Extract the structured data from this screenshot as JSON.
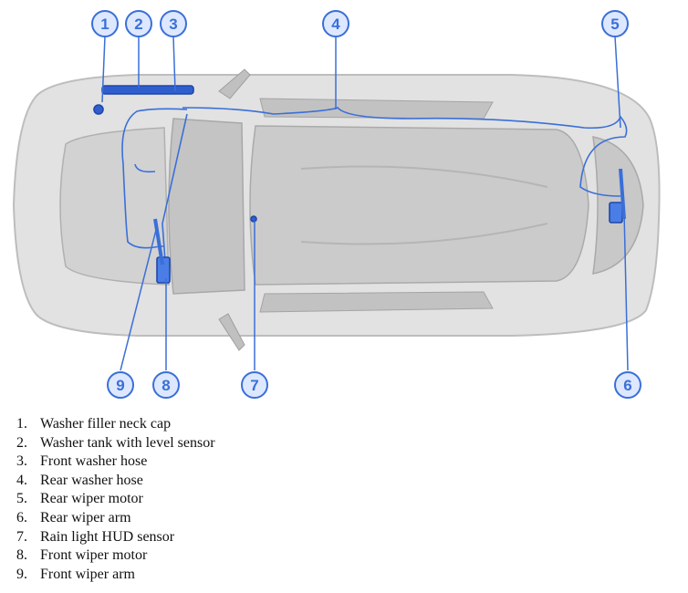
{
  "colors": {
    "callout": "#3a6fd8",
    "callout_fill": "#dde8ff",
    "car_body": "#dcdcdc",
    "car_roof": "#c9c9c9",
    "hose": "#3a6fd8"
  },
  "callouts": [
    {
      "label": "1"
    },
    {
      "label": "2"
    },
    {
      "label": "3"
    },
    {
      "label": "4"
    },
    {
      "label": "5"
    },
    {
      "label": "6"
    },
    {
      "label": "7"
    },
    {
      "label": "8"
    },
    {
      "label": "9"
    }
  ],
  "legend": [
    {
      "num": "1.",
      "text": "Washer filler neck cap"
    },
    {
      "num": "2.",
      "text": "Washer tank with level sensor"
    },
    {
      "num": "3.",
      "text": "Front washer hose"
    },
    {
      "num": "4.",
      "text": "Rear washer hose"
    },
    {
      "num": "5.",
      "text": "Rear wiper motor"
    },
    {
      "num": "6.",
      "text": "Rear wiper arm"
    },
    {
      "num": "7.",
      "text": "Rain light HUD sensor"
    },
    {
      "num": "8.",
      "text": "Front wiper motor"
    },
    {
      "num": "9.",
      "text": "Front wiper arm"
    }
  ]
}
